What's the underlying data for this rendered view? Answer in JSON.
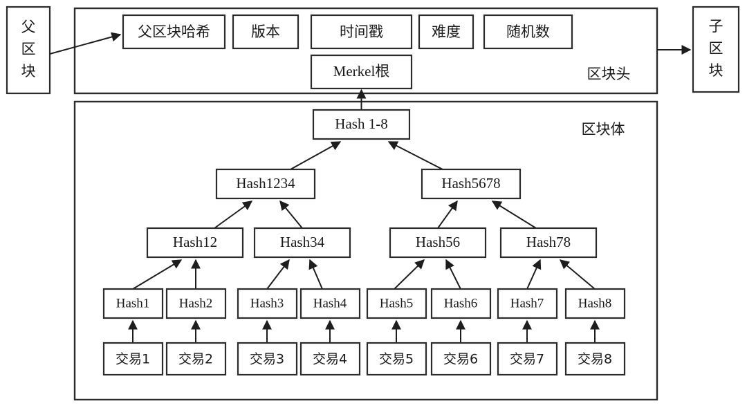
{
  "diagram": {
    "title": "Blockchain block structure with Merkle tree",
    "colors": {
      "background": "#ffffff",
      "stroke": "#2b2b2b",
      "edge": "#1d1d1d",
      "text": "#1a1a1a"
    }
  },
  "parent_block": {
    "label": "父区块",
    "chars": [
      "父",
      "区",
      "块"
    ]
  },
  "child_block": {
    "label": "子区块",
    "chars": [
      "子",
      "区",
      "块"
    ]
  },
  "block_header": {
    "region_label": "区块头",
    "fields": [
      {
        "id": "prev-block-hash",
        "label": "父区块哈希"
      },
      {
        "id": "version",
        "label": "版本"
      },
      {
        "id": "timestamp",
        "label": "时间戳"
      },
      {
        "id": "difficulty",
        "label": "难度"
      },
      {
        "id": "nonce",
        "label": "随机数"
      },
      {
        "id": "merkle-root",
        "label": "Merkel根"
      }
    ]
  },
  "block_body": {
    "region_label": "区块体",
    "merkle_tree": {
      "root": {
        "id": "hash-1-8",
        "label": "Hash 1-8"
      },
      "level_2": [
        {
          "id": "hash-1234",
          "label": "Hash1234"
        },
        {
          "id": "hash-5678",
          "label": "Hash5678"
        }
      ],
      "level_3": [
        {
          "id": "hash-12",
          "label": "Hash12"
        },
        {
          "id": "hash-34",
          "label": "Hash34"
        },
        {
          "id": "hash-56",
          "label": "Hash56"
        },
        {
          "id": "hash-78",
          "label": "Hash78"
        }
      ],
      "leaves": [
        {
          "id": "hash-1",
          "label": "Hash1"
        },
        {
          "id": "hash-2",
          "label": "Hash2"
        },
        {
          "id": "hash-3",
          "label": "Hash3"
        },
        {
          "id": "hash-4",
          "label": "Hash4"
        },
        {
          "id": "hash-5",
          "label": "Hash5"
        },
        {
          "id": "hash-6",
          "label": "Hash6"
        },
        {
          "id": "hash-7",
          "label": "Hash7"
        },
        {
          "id": "hash-8",
          "label": "Hash8"
        }
      ],
      "transactions": [
        {
          "id": "tx-1",
          "label": "交易1"
        },
        {
          "id": "tx-2",
          "label": "交易2"
        },
        {
          "id": "tx-3",
          "label": "交易3"
        },
        {
          "id": "tx-4",
          "label": "交易4"
        },
        {
          "id": "tx-5",
          "label": "交易5"
        },
        {
          "id": "tx-6",
          "label": "交易6"
        },
        {
          "id": "tx-7",
          "label": "交易7"
        },
        {
          "id": "tx-8",
          "label": "交易8"
        }
      ]
    }
  }
}
